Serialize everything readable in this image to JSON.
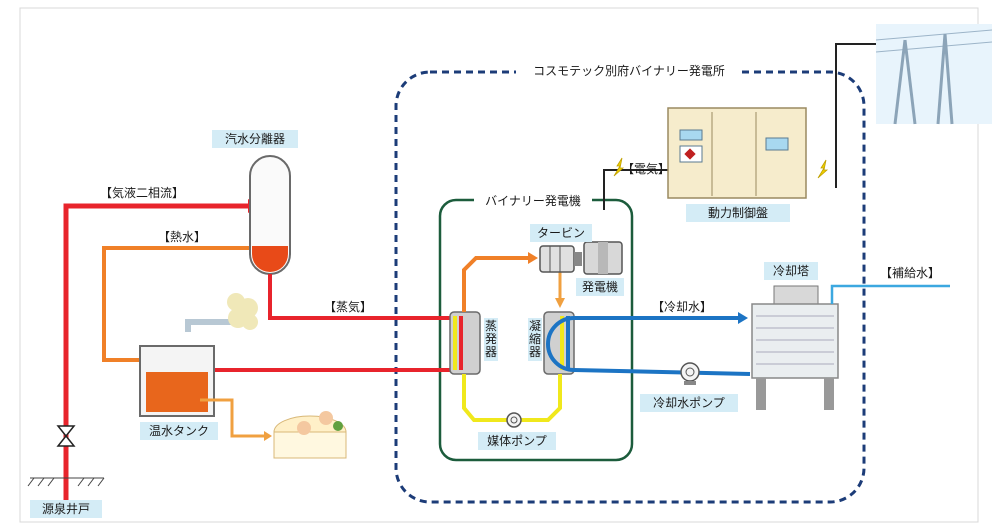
{
  "plant_title": "コスモテック別府バイナリー発電所",
  "binary_unit_title": "バイナリー発電機",
  "components": {
    "separator": "汽水分離器",
    "hot_water_tank": "温水タンク",
    "source_well": "源泉井戸",
    "turbine": "タービン",
    "generator": "発電機",
    "evaporator": "蒸発器",
    "condenser": "凝縮器",
    "medium_pump": "媒体ポンプ",
    "cooling_tower": "冷却塔",
    "cooling_water_pump": "冷却水ポンプ",
    "control_panel": "動力制御盤"
  },
  "flows": {
    "two_phase": "【気液二相流】",
    "hot_water": "【熱水】",
    "steam": "【蒸気】",
    "cooling_water": "【冷却水】",
    "makeup_water": "【補給水】",
    "electricity": "【電気】"
  },
  "colors": {
    "hot_red": "#e8242c",
    "orange": "#f08028",
    "yellow": "#f0e81c",
    "blue": "#1c74c4",
    "light_blue": "#3ca8e0",
    "tag_bg": "#d4ecf6",
    "dashed_border": "#1c3c78",
    "unit_border": "#1c5c3c",
    "panel_beige": "#f6eccc"
  }
}
